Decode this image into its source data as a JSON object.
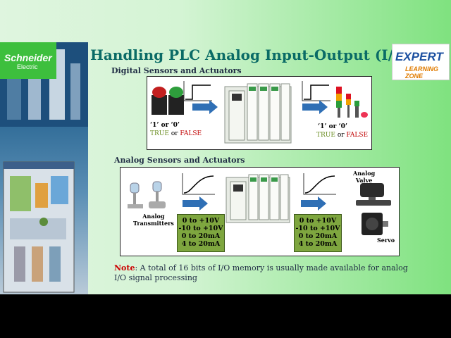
{
  "brand": {
    "name": "Schneider",
    "sub": "Electric"
  },
  "title": "Handling PLC Analog Input-Output (I/O)",
  "expert_logo": {
    "line1": "EXPERT",
    "line2": "LEARNING ZONE"
  },
  "digital": {
    "heading": "Digital Sensors and Actuators",
    "left_label": {
      "states": "‘1’ or ‘0’",
      "true": "TRUE",
      "or": "or",
      "false": "FALSE"
    },
    "right_label": {
      "states": "‘1’ or ‘0’",
      "true": "TRUE",
      "or": "or",
      "false": "FALSE"
    }
  },
  "analog": {
    "heading": "Analog Sensors and Actuators",
    "transmitters": "Analog\nTransmitters",
    "valve": "Analog\nValve",
    "servo": "Servo",
    "ranges_in": [
      "0  to +10V",
      "-10  to +10V",
      "0 to 20mA",
      "4 to 20mA"
    ],
    "ranges_out": [
      "0  to +10V",
      "-10  to +10V",
      "0 to 20mA",
      "4 to 20mA"
    ]
  },
  "note": {
    "keyword": "Note",
    "text": ": A total of 16 bits of I/O memory  is usually made available for analog I/O signal processing"
  },
  "colors": {
    "title": "#0a6b66",
    "true": "#6b8e23",
    "false": "#c00000",
    "arrow": "#2f6fb5",
    "range_box": "#7ea63f"
  }
}
